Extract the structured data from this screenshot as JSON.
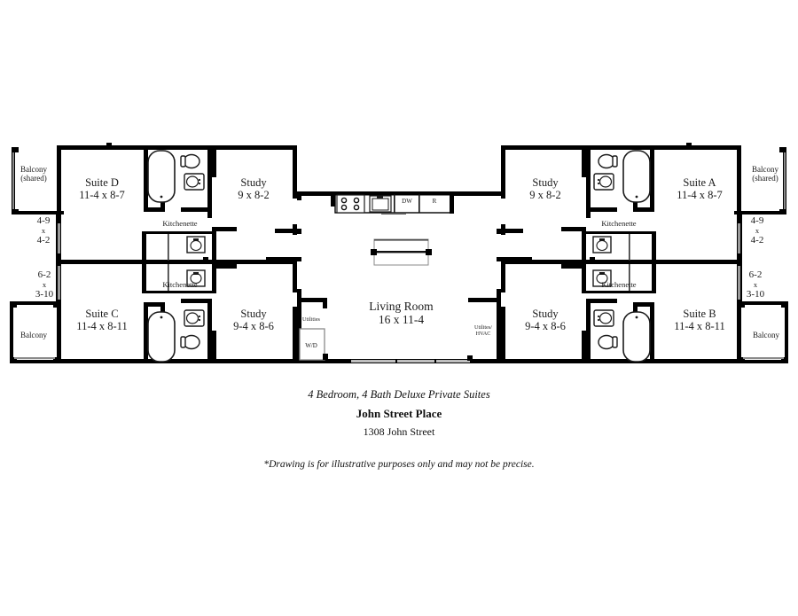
{
  "document": {
    "type": "architectural-floor-plan",
    "title": "John Street Place Floor Plan"
  },
  "caption": {
    "line1": "4 Bedroom, 4 Bath Deluxe Private Suites",
    "line2": "John Street Place",
    "line3": "1308 John Street",
    "disclaimer": "*Drawing is for illustrative purposes only and may not be precise."
  },
  "rooms": {
    "suite_d": {
      "name": "Suite D",
      "dimensions": "11-4 x 8-7"
    },
    "suite_a": {
      "name": "Suite A",
      "dimensions": "11-4 x 8-7"
    },
    "suite_c": {
      "name": "Suite C",
      "dimensions": "11-4 x 8-11"
    },
    "suite_b": {
      "name": "Suite B",
      "dimensions": "11-4 x 8-11"
    },
    "study_top_left": {
      "name": "Study",
      "dimensions": "9 x 8-2"
    },
    "study_top_right": {
      "name": "Study",
      "dimensions": "9 x 8-2"
    },
    "study_bottom_left": {
      "name": "Study",
      "dimensions": "9-4 x 8-6"
    },
    "study_bottom_right": {
      "name": "Study",
      "dimensions": "9-4 x 8-6"
    },
    "living_room": {
      "name": "Living Room",
      "dimensions": "16 x 11-4"
    }
  },
  "balconies": {
    "top_left": {
      "line1": "Balcony",
      "line2": "(shared)",
      "dimensions_l1": "4-9",
      "dimensions_mid": "x",
      "dimensions_l2": "4-2"
    },
    "top_right": {
      "line1": "Balcony",
      "line2": "(shared)",
      "dimensions_l1": "4-9",
      "dimensions_mid": "x",
      "dimensions_l2": "4-2"
    },
    "bottom_left": {
      "line1": "Balcony",
      "dimensions_l1": "6-2",
      "dimensions_mid": "x",
      "dimensions_l2": "3-10"
    },
    "bottom_right": {
      "line1": "Balcony",
      "dimensions_l1": "6-2",
      "dimensions_mid": "x",
      "dimensions_l2": "3-10"
    }
  },
  "kitchenettes": {
    "top_left": "Kitchenette",
    "bottom_left": "Kitchenette",
    "top_right": "Kitchenette",
    "bottom_right": "Kitchenette"
  },
  "kitchen_appliances": {
    "dishwasher": "DW",
    "refrigerator": "R",
    "range": "range-cooktop",
    "sink": "kitchen-sink"
  },
  "utilities": {
    "left_label": "Utilities",
    "left_appliance": "W/D",
    "right_label_line1": "Utilites/",
    "right_label_line2": "HVAC"
  },
  "colors": {
    "wall": "#000000",
    "background": "#ffffff",
    "fixture_stroke": "#1a1a1a",
    "window": "#7a7a7a",
    "text": "#111111"
  }
}
